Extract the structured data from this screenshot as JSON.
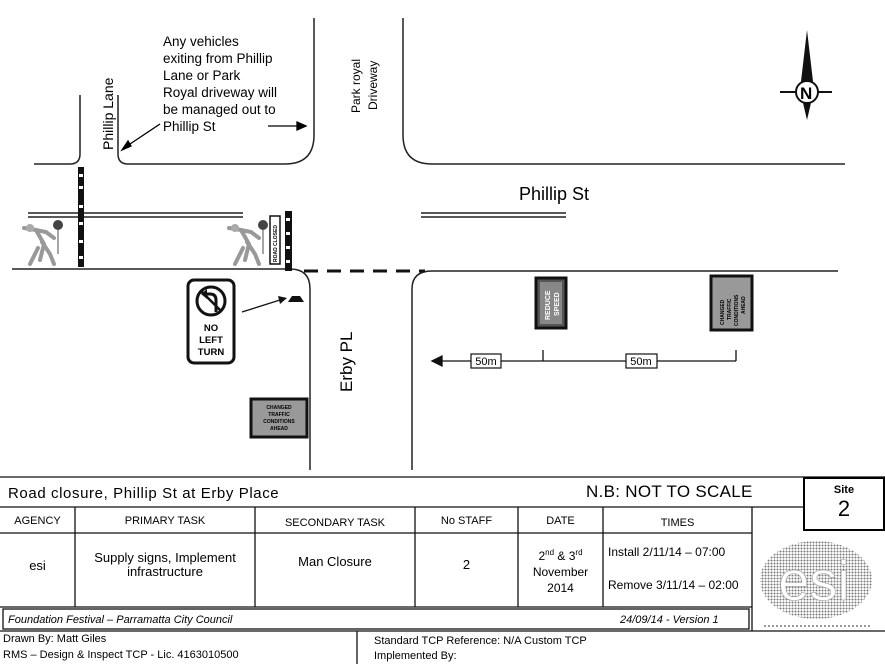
{
  "diagram": {
    "annotation": [
      "Any vehicles",
      "exiting from Phillip",
      "Lane or Park",
      "Royal driveway will",
      "be managed out to",
      "Phillip St"
    ],
    "streets": {
      "phillip_lane": "Phillip Lane",
      "park_royal": [
        "Park royal",
        "Driveway"
      ],
      "phillip_st": "Phillip St",
      "erby_pl": "Erby PL"
    },
    "compass_letter": "N",
    "no_left_turn": [
      "NO",
      "LEFT",
      "TURN"
    ],
    "distances": [
      "50m",
      "50m"
    ],
    "road_closed": "ROAD CLOSED",
    "reduce_speed": [
      "REDUCE",
      "SPEED"
    ],
    "changed_conditions": [
      "CHANGED",
      "TRAFFIC",
      "CONDITIONS",
      "AHEAD"
    ]
  },
  "sheet": {
    "title": "Road closure, Phillip St at Erby Place",
    "scale_note": "N.B: NOT TO SCALE",
    "site_label": "Site",
    "site_number": "2",
    "headers": {
      "agency": "AGENCY",
      "primary": "PRIMARY TASK",
      "secondary": "SECONDARY TASK",
      "staff": "No STAFF",
      "date": "DATE",
      "times": "TIMES"
    },
    "row": {
      "agency": "esi",
      "primary": "Supply signs, Implement infrastructure",
      "secondary": "Man Closure",
      "staff": "2",
      "date_prefix": "2",
      "date_sup1": "nd",
      "date_and": " & 3",
      "date_sup2": "rd",
      "date_line2": "November",
      "date_line3": "2014",
      "install": "Install 2/11/14 – 07:00",
      "remove": "Remove 3/11/14 – 02:00"
    },
    "event": "Foundation Festival – Parramatta City Council",
    "version": "24/09/14 - Version 1",
    "drawn_by": "Drawn By: Matt Giles",
    "rms": "RMS – Design & Inspect TCP - Lic. 4163010500",
    "standard_ref": "Standard TCP Reference:  N/A Custom TCP",
    "implemented_by": "Implemented By:",
    "logo_text": "esi"
  }
}
